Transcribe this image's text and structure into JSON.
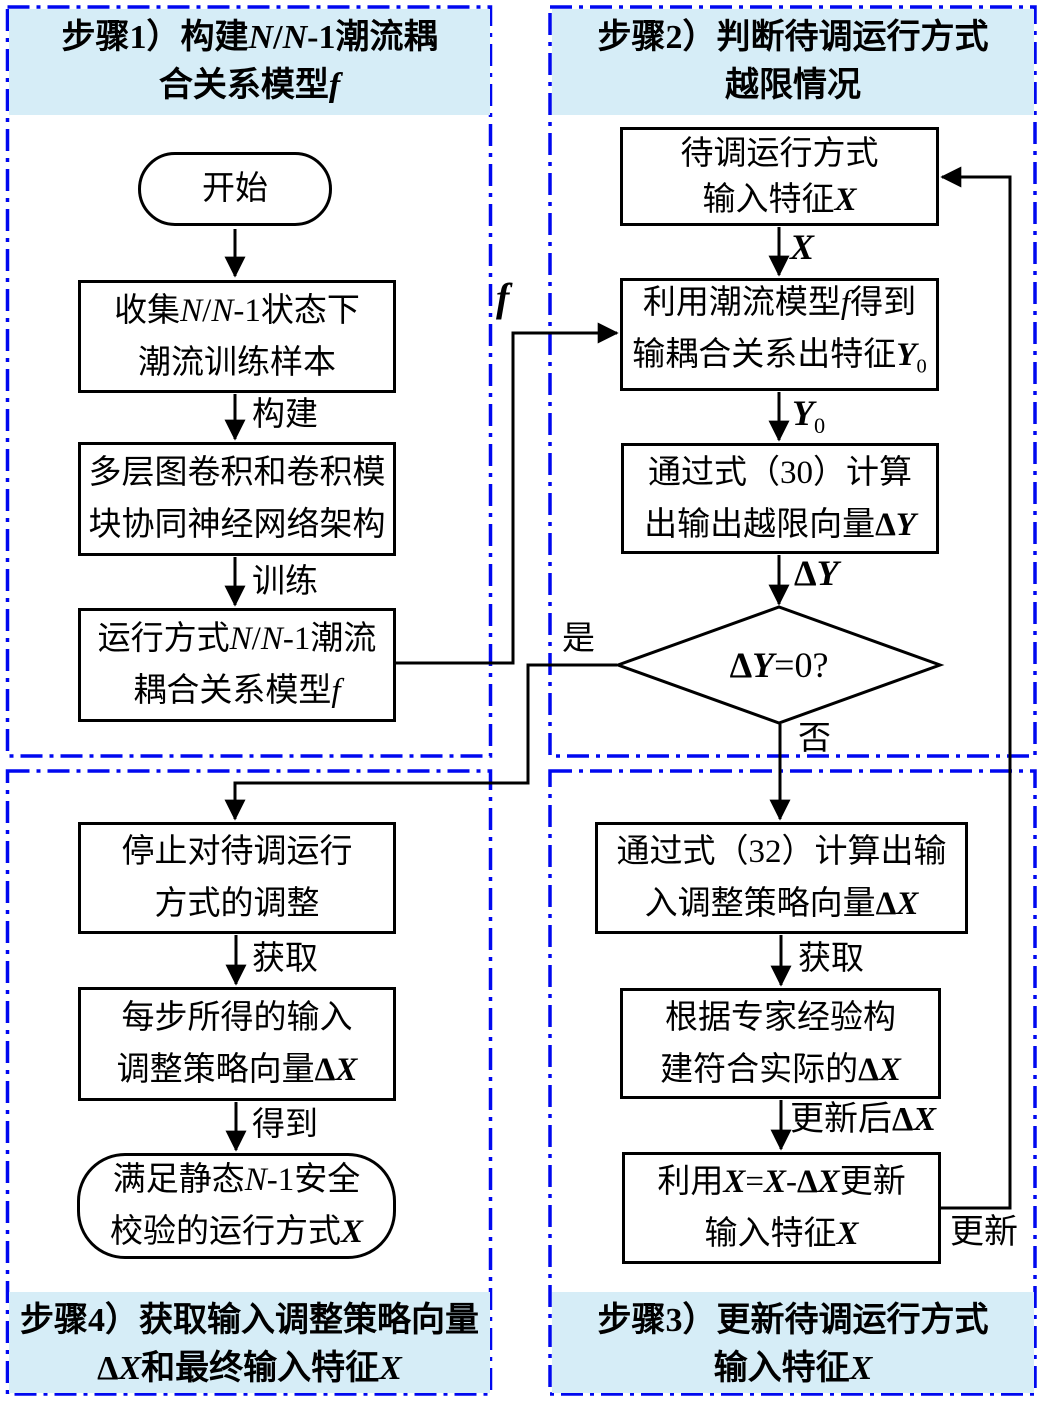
{
  "colors": {
    "panel_border": "#0008f0",
    "band_bg": "#d6edf7",
    "line": "#000000",
    "node_bg": "#ffffff",
    "text": "#000000"
  },
  "panels": {
    "step1": {
      "title_line1": "步骤1）构建*N*/*N*-1潮流耦",
      "title_line2": "合关系模型*f*"
    },
    "step2": {
      "title_line1": "步骤2）判断待调运行方式",
      "title_line2": "越限情况"
    },
    "step3": {
      "title_line1": "步骤3）更新待调运行方式",
      "title_line2": "输入特征**X**"
    },
    "step4": {
      "title_line1": "步骤4）获取输入调整策略向量",
      "title_line2": "#Δ#**X**和最终输入特征**X**"
    }
  },
  "nodes": {
    "start": {
      "line1": "开始"
    },
    "collect": {
      "line1": "收集*N*/*N*-1状态下",
      "line2": "潮流训练样本"
    },
    "arch": {
      "line1": "多层图卷积和卷积模",
      "line2": "块协同神经网络架构"
    },
    "model": {
      "line1": "运行方式*N*/*N*-1潮流",
      "line2": "耦合关系模型*f*"
    },
    "input": {
      "line1": "待调运行方式",
      "line2": "输入特征**X**"
    },
    "flow": {
      "line1": "利用潮流模型*f*得到",
      "line2": "输耦合关系出特征**Y**_0_"
    },
    "calc30": {
      "line1": "通过式（30）计算",
      "line2": "出输出越限向量#Δ#**Y**"
    },
    "decision": {
      "label": "#Δ#**Y**=0?"
    },
    "calc32": {
      "line1": "通过式（32）计算出输",
      "line2": "入调整策略向量#Δ#**X**"
    },
    "expert": {
      "line1": "根据专家经验构",
      "line2": "建符合实际的#Δ#**X**"
    },
    "update": {
      "line1": "利用**X**=**X**-#Δ#**X**更新",
      "line2": "输入特征**X**"
    },
    "stop": {
      "line1": "停止对待调运行",
      "line2": "方式的调整"
    },
    "stepvec": {
      "line1": "每步所得的输入",
      "line2": "调整策略向量#Δ#**X**"
    },
    "final": {
      "line1": "满足静态*N*-1安全",
      "line2": "校验的运行方式**X**"
    }
  },
  "edge_labels": {
    "build": "构建",
    "train": "训练",
    "f": "**f**",
    "x": "**X**",
    "y0": "**Y**_0_",
    "dy": "#Δ#**Y**",
    "yes": "是",
    "no": "否",
    "obtain_left": "获取",
    "get": "得到",
    "obtain_right": "获取",
    "updated_dx": "更新后#Δ#**X**",
    "update": "更新"
  }
}
